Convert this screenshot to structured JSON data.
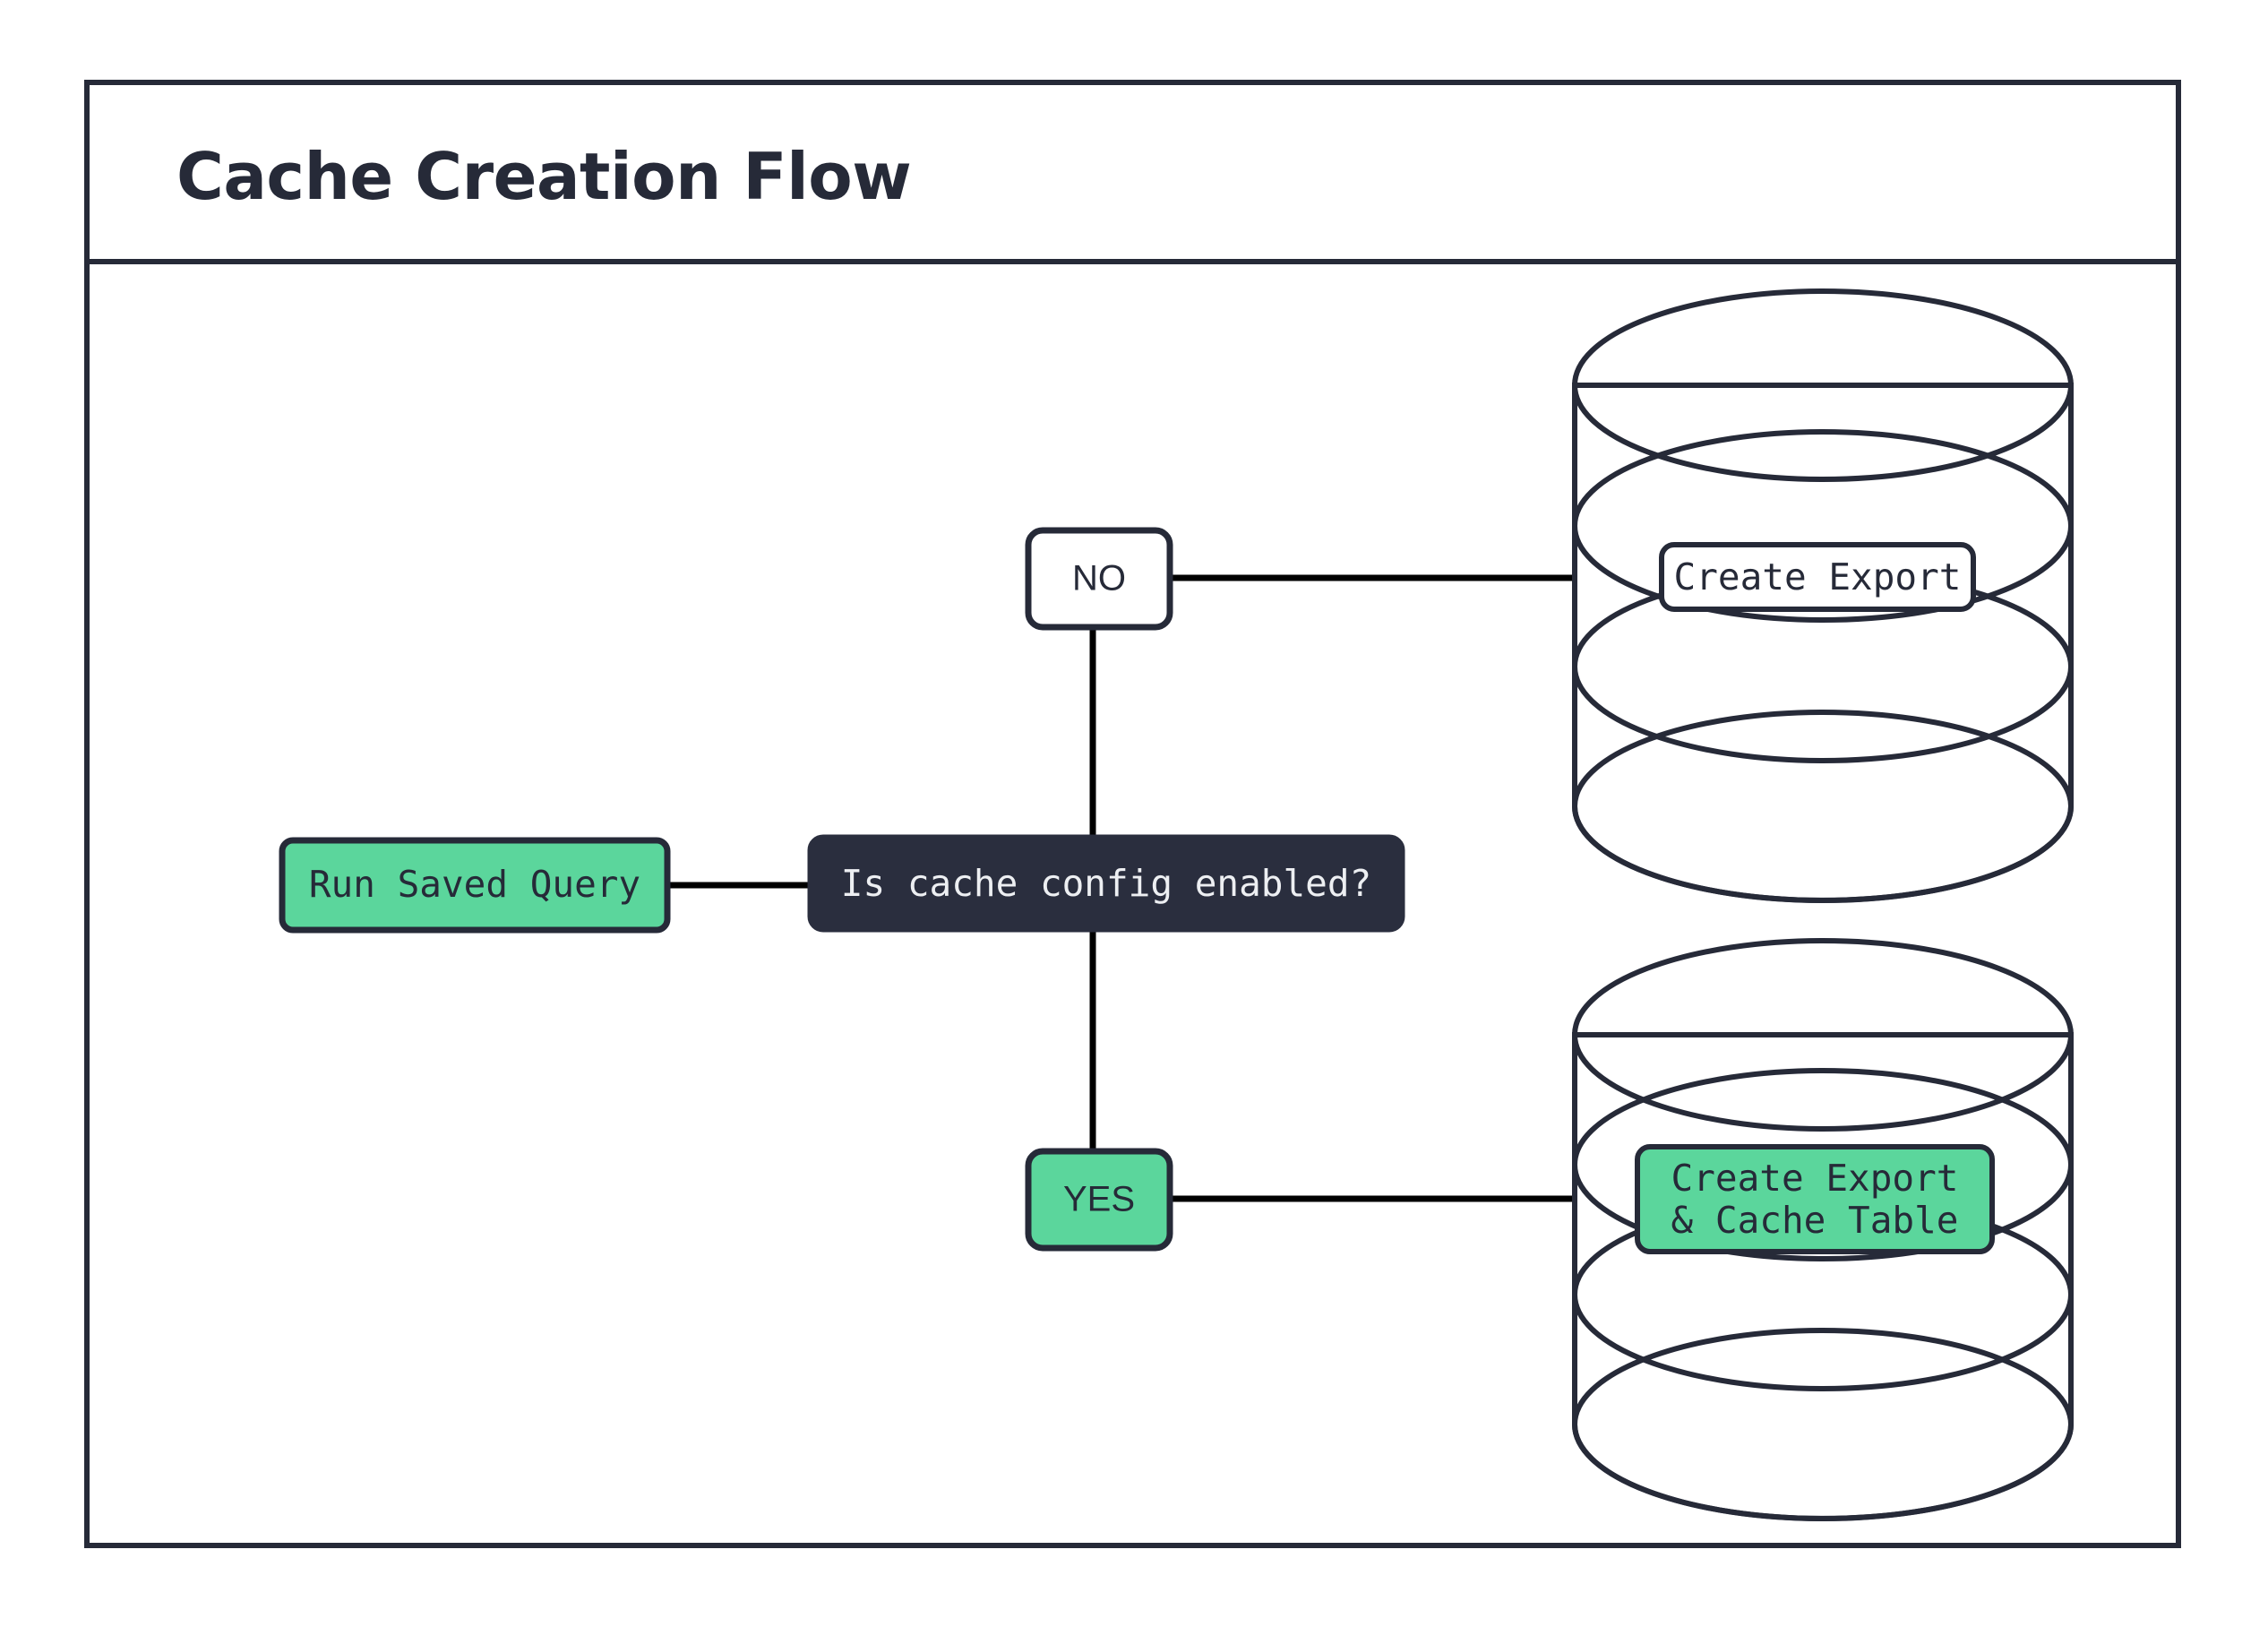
{
  "diagram": {
    "title": "Cache Creation Flow",
    "frame": {
      "border_color": "#262A38",
      "background": "#FFFFFF"
    },
    "palette": {
      "dark": "#2A2E3E",
      "green": "#5BD69C",
      "white": "#FFFFFF",
      "stroke": "#262A38",
      "light_text": "#EDEFF2"
    },
    "nodes": {
      "run_saved_query": {
        "label": "Run Saved Query",
        "style": "green"
      },
      "decision": {
        "label": "Is cache config enabled?",
        "style": "dark"
      },
      "branch_no": {
        "label": "NO",
        "style": "white"
      },
      "branch_yes": {
        "label": "YES",
        "style": "green"
      },
      "db_top": {
        "label": "Create Export",
        "style": "database",
        "label_style": "white"
      },
      "db_bottom": {
        "label_line1": "Create Export",
        "label_line2": "& Cache Table",
        "style": "database",
        "label_style": "green"
      }
    },
    "edges": [
      {
        "from": "run_saved_query",
        "to": "decision",
        "label": ""
      },
      {
        "from": "decision",
        "to": "branch_no",
        "label": ""
      },
      {
        "from": "decision",
        "to": "branch_yes",
        "label": ""
      },
      {
        "from": "branch_no",
        "to": "db_top",
        "label": ""
      },
      {
        "from": "branch_yes",
        "to": "db_bottom",
        "label": ""
      }
    ]
  }
}
